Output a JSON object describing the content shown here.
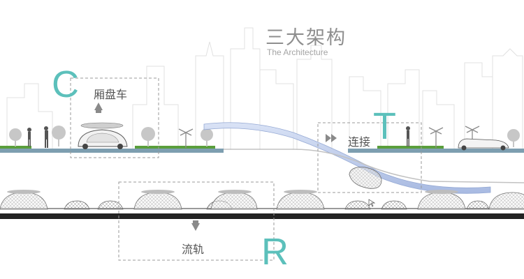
{
  "title": "三大架构",
  "subtitle": "The Architecture",
  "colors": {
    "accent_teal": "#5cc0bb",
    "ground_blue": "#7d9eb0",
    "rail_dark": "#2a2a2a",
    "arrow_grey": "#8a8a8a",
    "tube_blue": "#b8c8ea",
    "grass": "#5a9e3c"
  },
  "components": [
    {
      "letter": "C",
      "label": "厢盘车",
      "icon": "arrow-up-icon"
    },
    {
      "letter": "T",
      "label": "连接",
      "icon": "double-arrow-right-icon"
    },
    {
      "letter": "R",
      "label": "流轨",
      "icon": "arrow-down-icon"
    }
  ]
}
